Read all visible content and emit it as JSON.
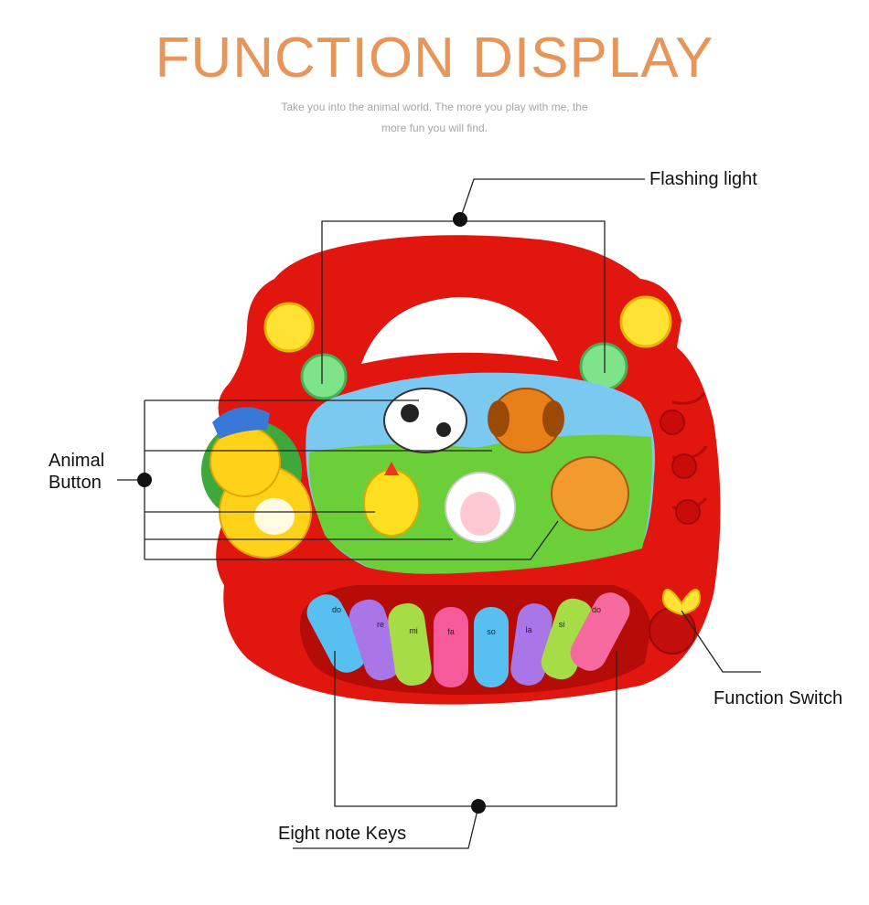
{
  "header": {
    "title": "FUNCTION DISPLAY",
    "subtitle_line1": "Take you into the animal world. The more you play with me, the",
    "subtitle_line2": "more fun you will find."
  },
  "callouts": {
    "flashing_light": "Flashing light",
    "animal_button_line1": "Animal",
    "animal_button_line2": "Button",
    "function_switch": "Function Switch",
    "eight_note_keys": "Eight note Keys"
  },
  "keys": [
    {
      "solfege": "do",
      "color": "#57c0f0"
    },
    {
      "solfege": "re",
      "color": "#a876e6"
    },
    {
      "solfege": "mi",
      "color": "#a6dc46"
    },
    {
      "solfege": "fa",
      "color": "#f55a9a"
    },
    {
      "solfege": "so",
      "color": "#57c0f0"
    },
    {
      "solfege": "la",
      "color": "#a876e6"
    },
    {
      "solfege": "si",
      "color": "#a6dc46"
    },
    {
      "solfege": "do",
      "color": "#f76aa0"
    }
  ],
  "colors": {
    "title": "#e8955a",
    "toy_body": "#e0160f",
    "toy_shadow": "#b50c08",
    "lights": "#7fe38a",
    "buttons": "#ffe233"
  }
}
